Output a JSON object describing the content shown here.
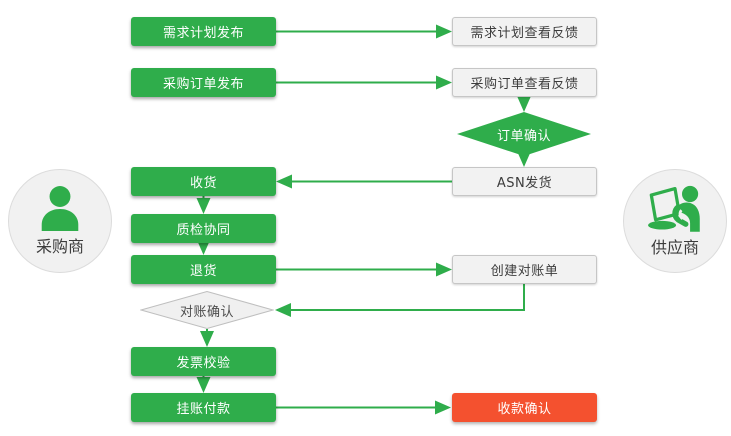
{
  "colors": {
    "green": "#2fad4b",
    "red": "#f4512f",
    "gray_box_bg": "#f2f2f2",
    "gray_box_border": "#c6c6c6",
    "diamond_gray_bg": "#f0f0f0",
    "diamond_gray_border": "#bfbfbf",
    "circle_bg": "#f1f1f1",
    "circle_border": "#dcdcdc",
    "dark_text": "#3c3c3c"
  },
  "actors": {
    "buyer": {
      "label": "采购商",
      "icon": "buyer-person-icon"
    },
    "supplier": {
      "label": "供应商",
      "icon": "supplier-laptop-person-icon"
    }
  },
  "nodes": {
    "demand_plan_publish": {
      "label": "需求计划发布",
      "type": "process-green",
      "owner": "buyer"
    },
    "demand_plan_feedback": {
      "label": "需求计划查看反馈",
      "type": "process-gray",
      "owner": "supplier"
    },
    "purchase_order_publish": {
      "label": "采购订单发布",
      "type": "process-green",
      "owner": "buyer"
    },
    "purchase_order_feedback": {
      "label": "采购订单查看反馈",
      "type": "process-gray",
      "owner": "supplier"
    },
    "order_confirm": {
      "label": "订单确认",
      "type": "decision-green",
      "owner": "supplier"
    },
    "asn_ship": {
      "label": "ASN发货",
      "type": "process-gray",
      "owner": "supplier"
    },
    "receive_goods": {
      "label": "收货",
      "type": "process-green",
      "owner": "buyer"
    },
    "quality_inspection": {
      "label": "质检协同",
      "type": "process-green",
      "owner": "buyer"
    },
    "return_goods": {
      "label": "退货",
      "type": "process-green",
      "owner": "buyer"
    },
    "create_statement": {
      "label": "创建对账单",
      "type": "process-gray",
      "owner": "supplier"
    },
    "statement_confirm": {
      "label": "对账确认",
      "type": "decision-gray",
      "owner": "buyer"
    },
    "invoice_verify": {
      "label": "发票校验",
      "type": "process-green",
      "owner": "buyer"
    },
    "payment_on_account": {
      "label": "挂账付款",
      "type": "process-green",
      "owner": "buyer"
    },
    "payment_confirm": {
      "label": "收款确认",
      "type": "process-red",
      "owner": "supplier"
    }
  },
  "edges": [
    {
      "from": "demand_plan_publish",
      "to": "demand_plan_feedback"
    },
    {
      "from": "purchase_order_publish",
      "to": "purchase_order_feedback"
    },
    {
      "from": "purchase_order_feedback",
      "to": "order_confirm"
    },
    {
      "from": "order_confirm",
      "to": "asn_ship"
    },
    {
      "from": "asn_ship",
      "to": "receive_goods"
    },
    {
      "from": "receive_goods",
      "to": "quality_inspection"
    },
    {
      "from": "quality_inspection",
      "to": "return_goods"
    },
    {
      "from": "return_goods",
      "to": "create_statement"
    },
    {
      "from": "create_statement",
      "to": "statement_confirm"
    },
    {
      "from": "statement_confirm",
      "to": "invoice_verify"
    },
    {
      "from": "invoice_verify",
      "to": "payment_on_account"
    },
    {
      "from": "payment_on_account",
      "to": "payment_confirm"
    }
  ]
}
